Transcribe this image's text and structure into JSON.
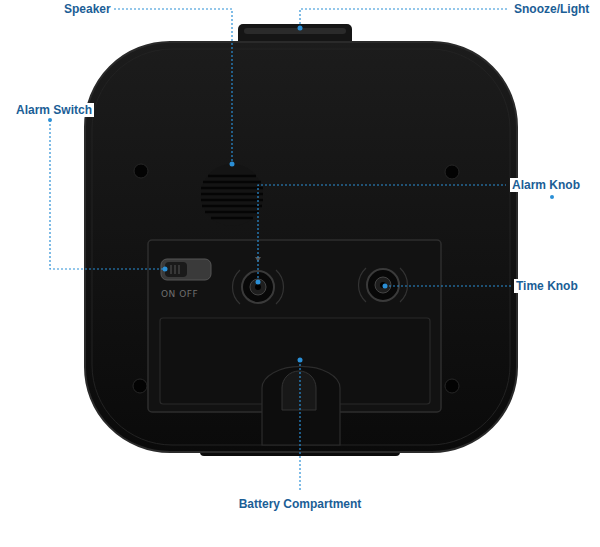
{
  "diagram": {
    "labels": [
      "Speaker",
      "Snooze/Light",
      "Alarm Switch",
      "Alarm Knob",
      "Time Knob",
      "Battery Compartment",
      "ON OFF"
    ]
  }
}
